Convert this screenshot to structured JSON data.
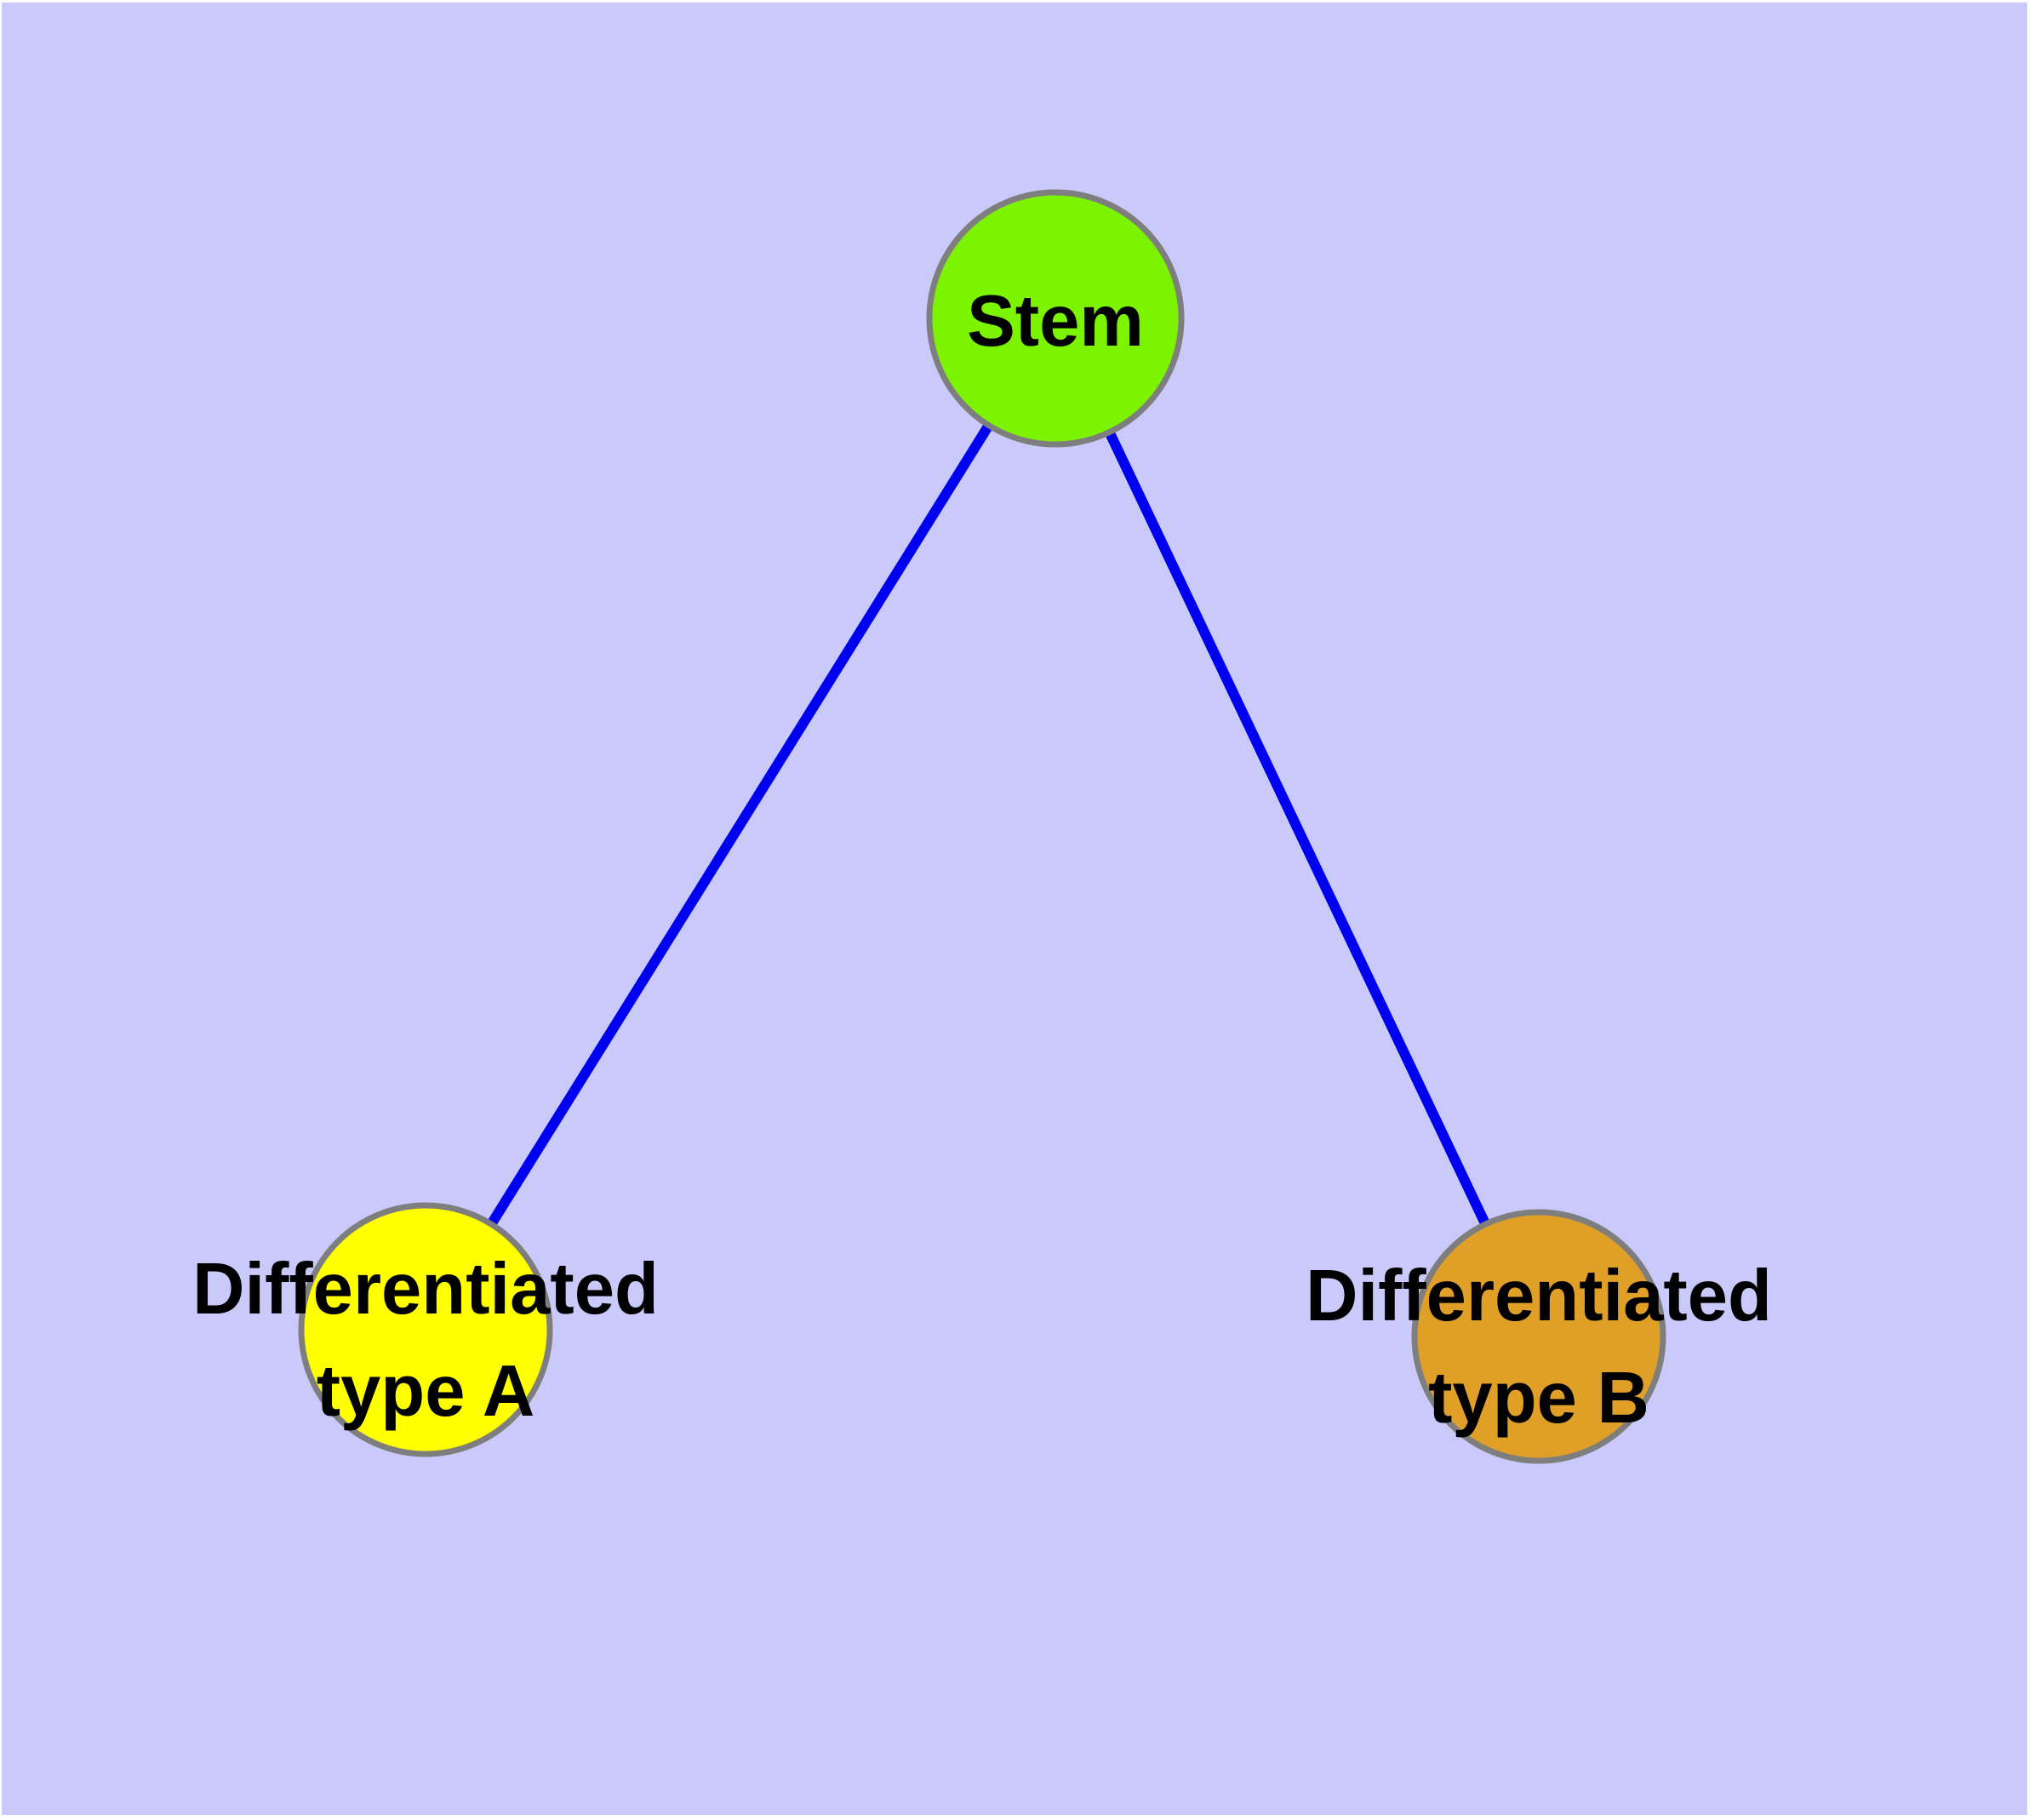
{
  "diagram": {
    "type": "node-link-graph",
    "background_color": "#C9C9FA",
    "page_background": "#FFFFFF",
    "node_border_color": "#7E7E7E",
    "edge_color": "#0000F0",
    "label_color": "#000000",
    "nodes": [
      {
        "id": "stem",
        "label": "Stem",
        "fill": "#7CF400"
      },
      {
        "id": "differentiated-type-a",
        "label": "Differentiated type A",
        "label_line1": "Differentiated",
        "label_line2": "type A",
        "fill": "#FFFF00"
      },
      {
        "id": "differentiated-type-b",
        "label": "Differentiated type B",
        "label_line1": "Differentiated",
        "label_line2": "type B",
        "fill": "#E0A028"
      }
    ],
    "edges": [
      {
        "from": "Stem",
        "to": "Differentiated type A"
      },
      {
        "from": "Stem",
        "to": "Differentiated type B"
      }
    ]
  }
}
